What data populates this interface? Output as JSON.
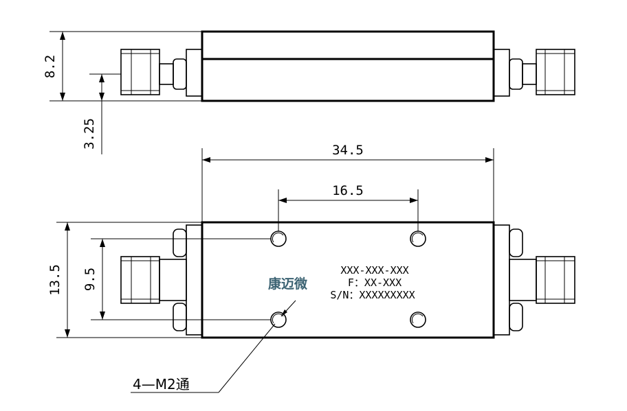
{
  "dimensions": {
    "top_height": "8.2",
    "top_offset": "3.25",
    "overall_length": "34.5",
    "hole_spacing_x": "16.5",
    "overall_width": "13.5",
    "hole_spacing_y": "9.5"
  },
  "label": {
    "model": "XXX-XXX-XXX",
    "frequency": "F：XX-XXX",
    "serial": "S/N：XXXXXXXXX"
  },
  "brand": "康迈微",
  "callout": "4—M2通",
  "colors": {
    "line": "#000000",
    "brand": "#3b6272"
  }
}
